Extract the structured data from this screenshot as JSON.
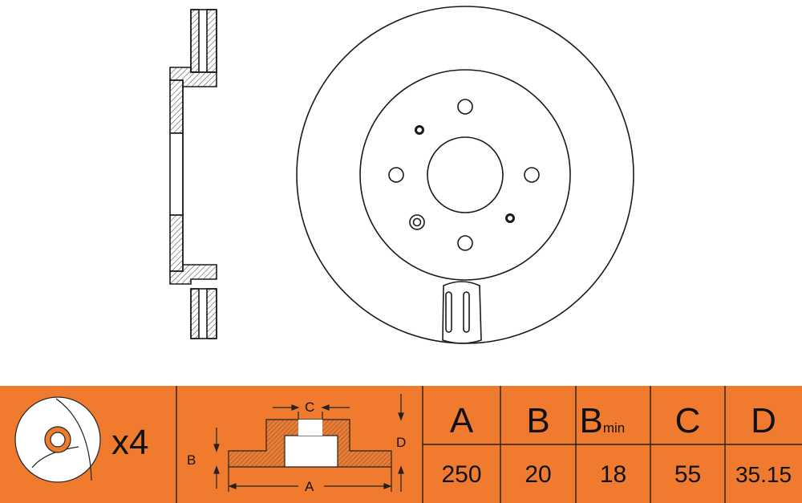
{
  "colors": {
    "accent": "#F07B2E",
    "line": "#1a1a1a",
    "hatch": "#555555",
    "background": "#ffffff"
  },
  "strip": {
    "bolt_count": "x4",
    "profile_labels": {
      "a": "A",
      "b": "B",
      "c": "C",
      "d": "D"
    },
    "columns": [
      {
        "key": "A",
        "header": "A",
        "sub": "",
        "value": "250"
      },
      {
        "key": "B",
        "header": "B",
        "sub": "",
        "value": "20"
      },
      {
        "key": "Bmin",
        "header": "B",
        "sub": "min",
        "value": "18"
      },
      {
        "key": "C",
        "header": "C",
        "sub": "",
        "value": "55"
      },
      {
        "key": "D",
        "header": "D",
        "sub": "",
        "value": "35.15"
      }
    ]
  }
}
